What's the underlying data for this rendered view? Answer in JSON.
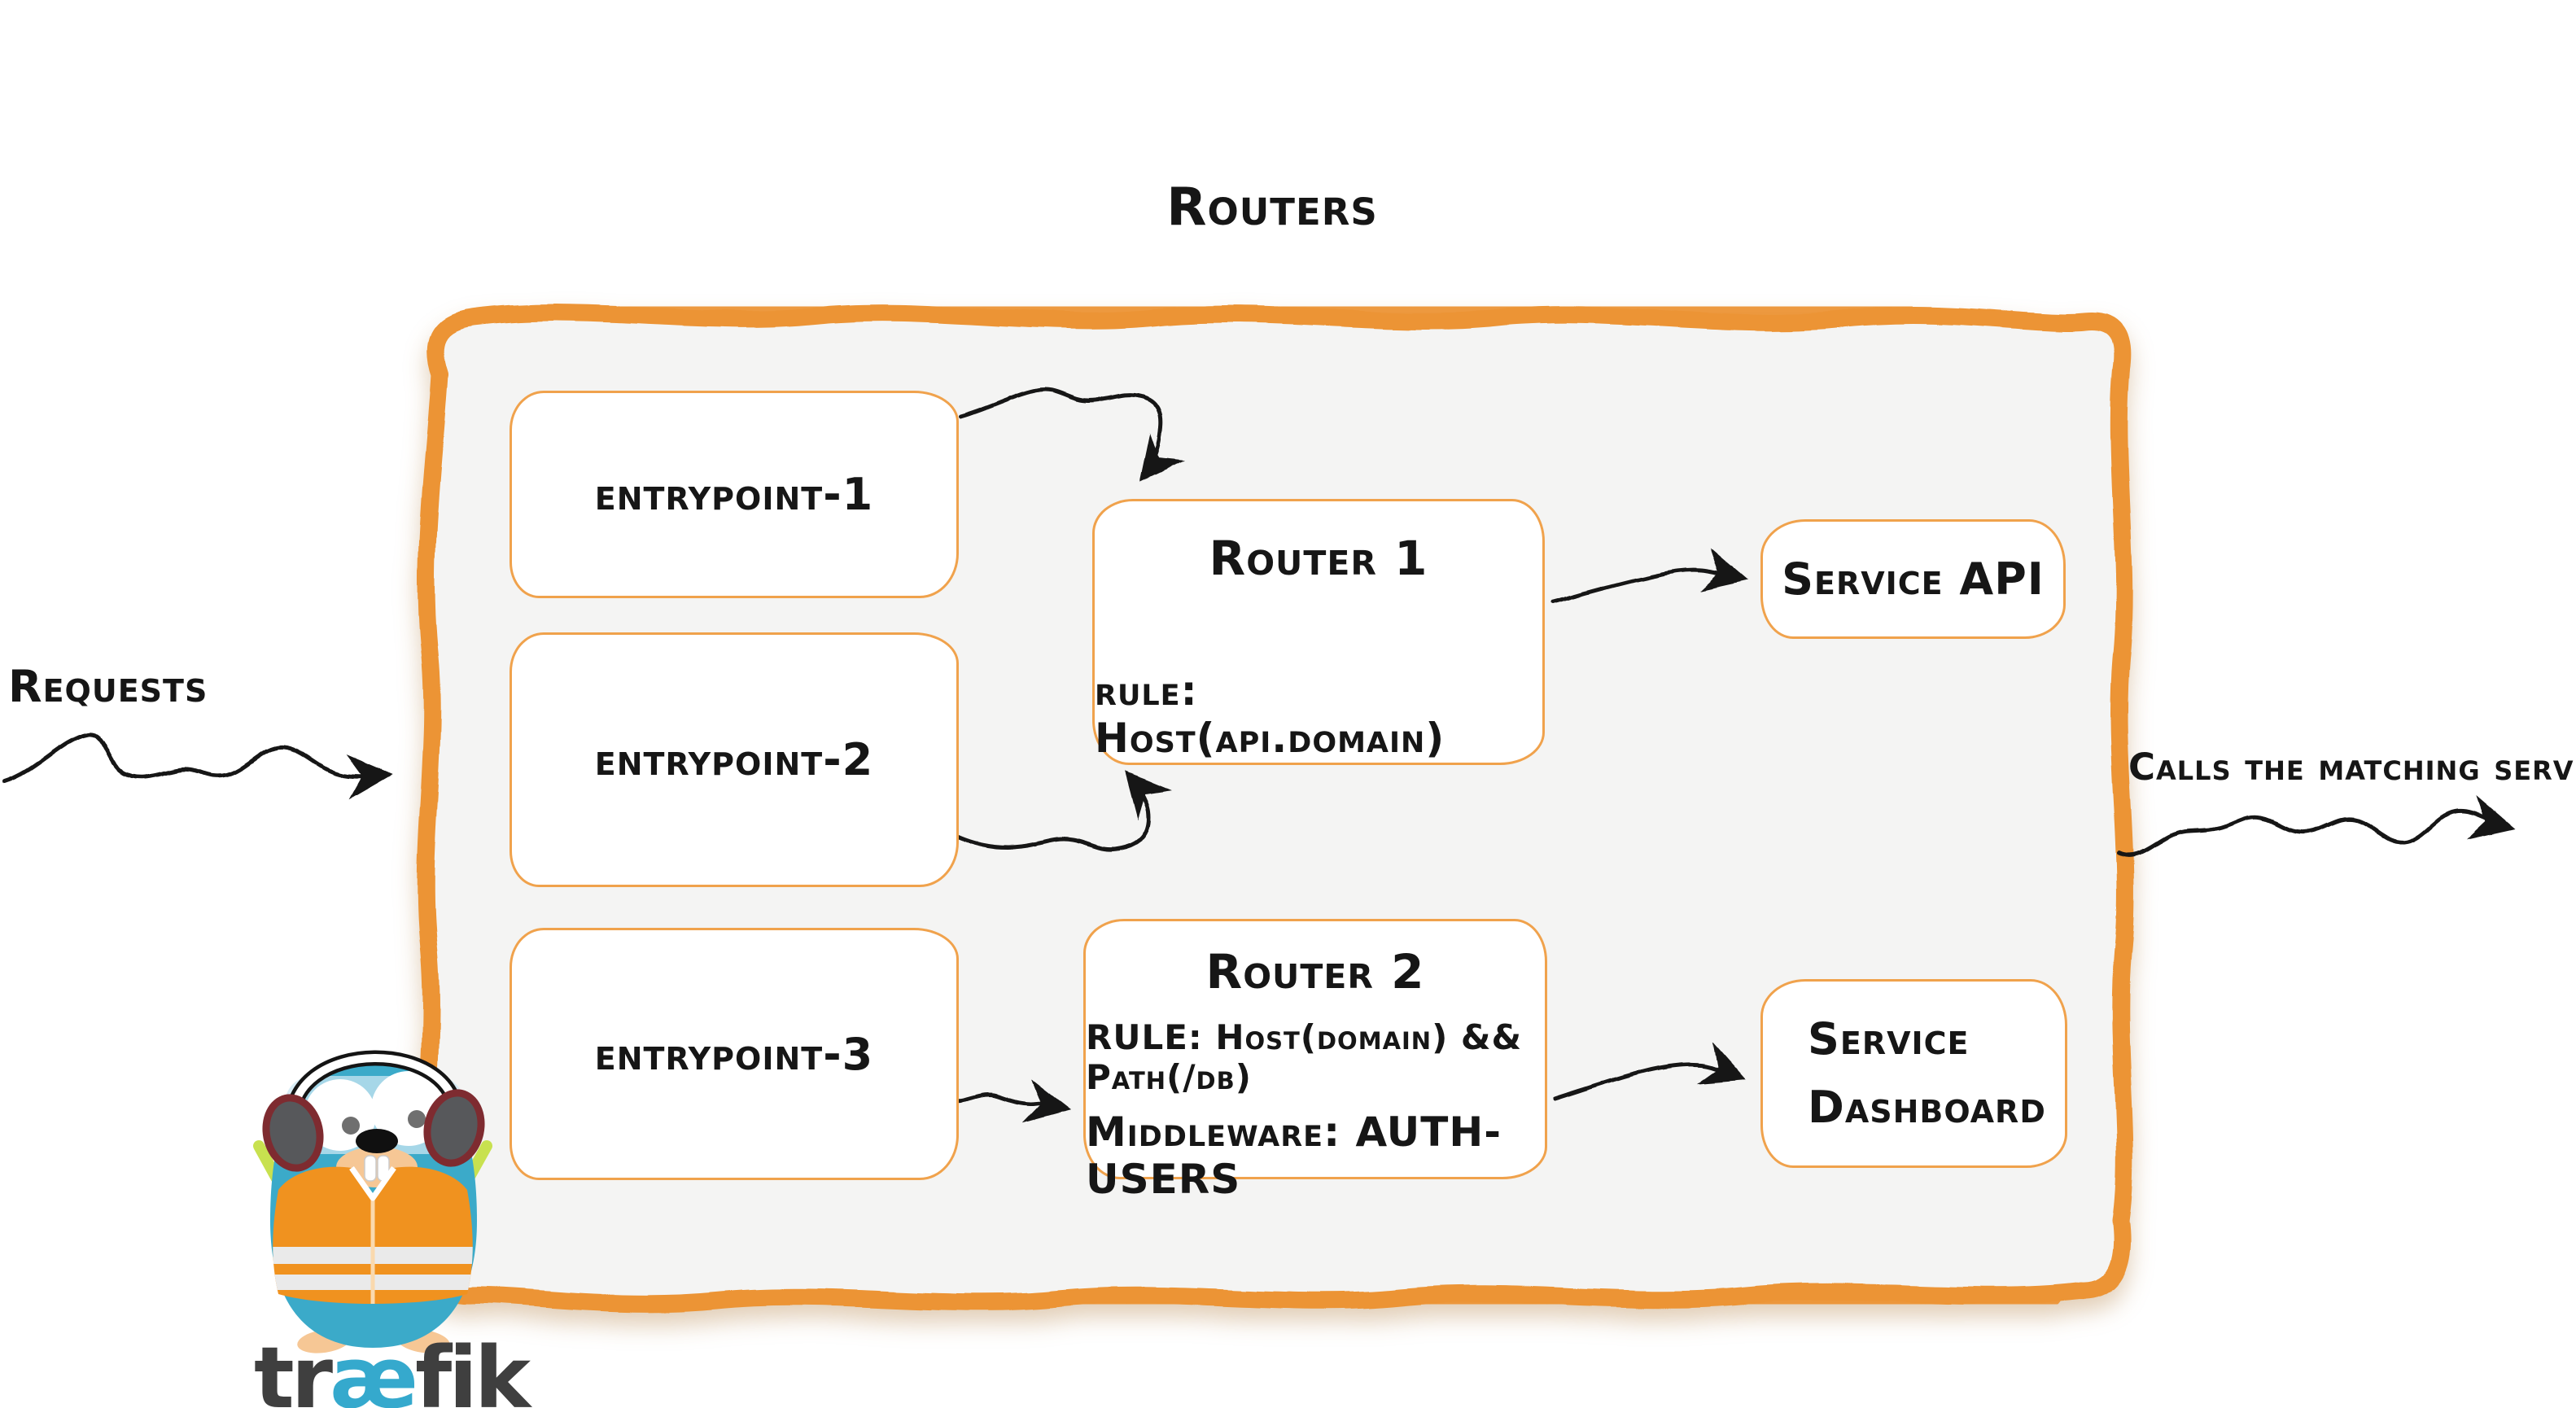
{
  "title": "Routers",
  "flow": {
    "incoming_label": "Requests",
    "outgoing_label": "Calls the matching server"
  },
  "entrypoints": [
    {
      "label": "entrypoint-1"
    },
    {
      "label": "entrypoint-2"
    },
    {
      "label": "entrypoint-3"
    }
  ],
  "routers": [
    {
      "title": "Router 1",
      "rule": "rule: Host(api.domain)"
    },
    {
      "title": "Router 2",
      "rule": "RULE: Host(domain) && Path(/db)",
      "middleware": "Middleware: AUTH-USERS"
    }
  ],
  "services": [
    {
      "line1": "Service API"
    },
    {
      "line1": "Service",
      "line2": "Dashboard"
    }
  ],
  "logo": {
    "wordmark_tr": "tr",
    "wordmark_ae": "æ",
    "wordmark_fik": "fik"
  },
  "colors": {
    "container_border_orange": "#EC9435",
    "box_border_orange": "#F0A24C",
    "container_fill_gray": "#F4F4F3",
    "ink_black": "#161616",
    "gopher_blue": "#3BAAC9",
    "vest_orange": "#F0921F",
    "baton_green": "#C8E14F",
    "wordmark_gray": "#3F3F3F",
    "wordmark_ae_blue": "#35A9CD"
  },
  "icons": {
    "mascot": "traefik-gopher-mascot",
    "arrowheads": "hand-drawn-dart-arrow"
  }
}
